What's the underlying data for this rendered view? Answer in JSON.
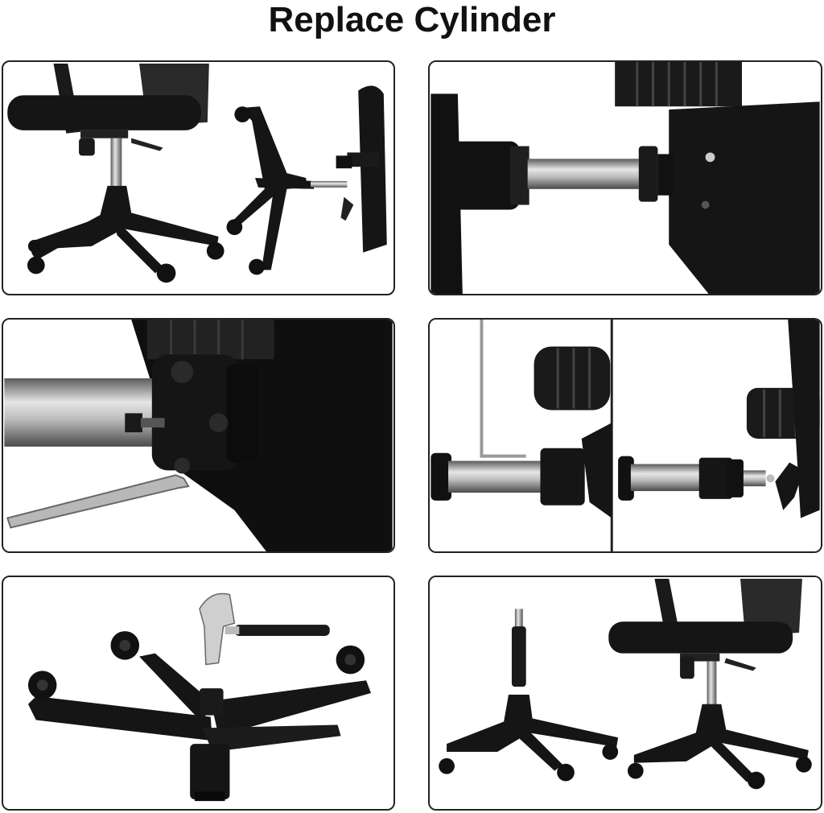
{
  "header": {
    "title": "Replace Cylinder"
  },
  "colors": {
    "chair_black": "#141414",
    "metal": "#9a9a9a",
    "metal_light": "#d8d8d8",
    "frame": "#222222"
  },
  "steps": [
    {
      "name": "remove-base"
    },
    {
      "name": "cylinder-closeup"
    },
    {
      "name": "loosen-screw-collar"
    },
    {
      "name": "remove-collar"
    },
    {
      "name": "hammer-out-cylinder"
    },
    {
      "name": "install-new-cylinder"
    }
  ]
}
